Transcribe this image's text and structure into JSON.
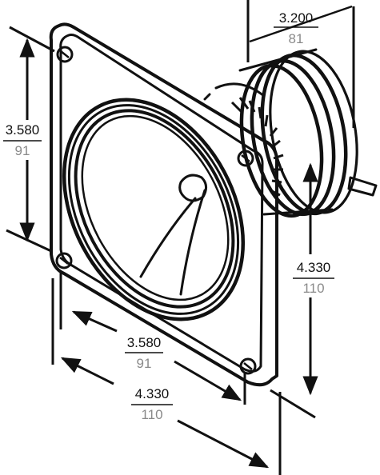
{
  "dimensions": {
    "depth": {
      "inch": "3.200",
      "mm": "81"
    },
    "flange_height": {
      "inch": "3.580",
      "mm": "91"
    },
    "overall_height": {
      "inch": "4.330",
      "mm": "110"
    },
    "flange_width": {
      "inch": "3.580",
      "mm": "91"
    },
    "overall_width": {
      "inch": "4.330",
      "mm": "110"
    }
  }
}
